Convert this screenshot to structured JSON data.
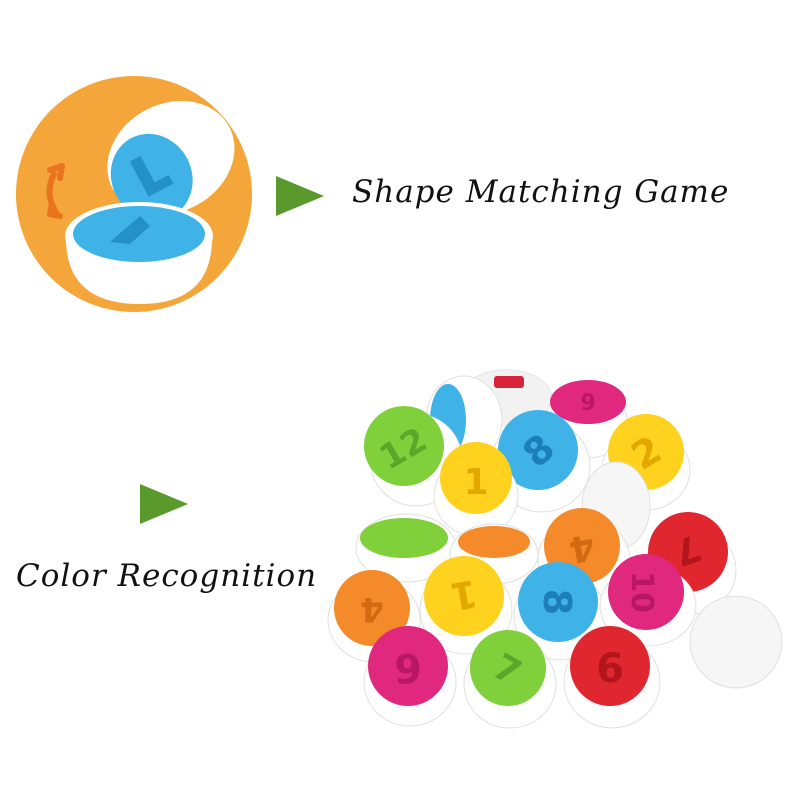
{
  "features": [
    {
      "label": "Shape Matching Game"
    },
    {
      "label": "Color Recognition"
    }
  ],
  "colors": {
    "accent_green": "#5a9a2c",
    "badge_orange": "#f4a63a",
    "swap_arrow_orange": "#e8741e",
    "egg_blue": "#3fb3e8",
    "egg_white": "#ffffff"
  },
  "illustration": {
    "top": {
      "icon": "egg-shape-match-icon",
      "swap_icon": "swap-arrow-icon"
    },
    "bottom": {
      "icon": "number-eggs-photo",
      "egg_numbers_visible": [
        "1",
        "2",
        "4",
        "6",
        "7",
        "8",
        "9",
        "10",
        "12"
      ]
    }
  }
}
